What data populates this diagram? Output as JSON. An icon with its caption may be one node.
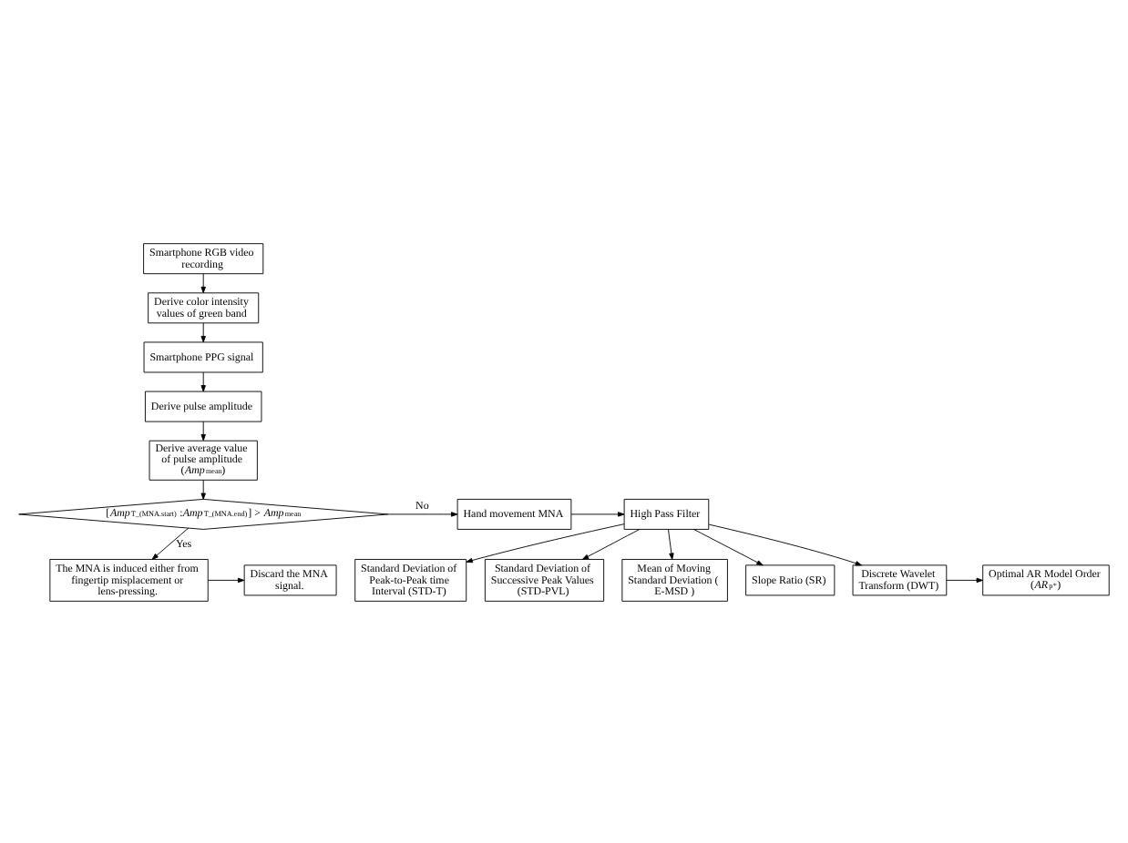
{
  "diagram": {
    "nodes": [
      {
        "text": [
          "Smartphone RGB video recording"
        ]
      },
      {
        "text": [
          "Derive color intensity values of green band"
        ]
      },
      {
        "text": [
          "Smartphone PPG signal"
        ]
      },
      {
        "text": [
          "Derive pulse amplitude"
        ]
      },
      {
        "text": [
          "Derive average value of pulse amplitude (*Amp*$_{mean}$)"
        ]
      },
      {
        "text": [
          "[*Amp*$_{T_(MNA.start)}$ :*Amp*$_{T_(MNA.end)}$] > *Amp*$_{mean}$"
        ]
      },
      {
        "text": [
          "The MNA is induced either from fingertip misplacement or lens-pressing."
        ]
      },
      {
        "text": [
          "Discard the MNA signal."
        ]
      },
      {
        "text": [
          "Hand movement MNA"
        ]
      },
      {
        "text": [
          "High Pass Filter"
        ]
      },
      {
        "text": [
          "Standard Deviation of Peak-to-Peak time Interval (STD-T)"
        ]
      },
      {
        "text": [
          "Standard Deviation of Successive Peak Values (STD-PVL)"
        ]
      },
      {
        "text": [
          "Mean of Moving Standard Deviation ( E-MSD )"
        ]
      },
      {
        "text": [
          "Slope Ratio (SR)"
        ]
      },
      {
        "text": [
          "Discrete Wavelet Transform (DWT)"
        ]
      },
      {
        "text": [
          "Optimal AR Model Order (*AR*$_{p}$$^{*}$)"
        ]
      }
    ],
    "edges": [
      {
        "from": 0,
        "to": 1,
        "arrow": "to"
      },
      {
        "from": 1,
        "to": 2,
        "arrow": "to"
      },
      {
        "from": 2,
        "to": 3,
        "arrow": "to"
      },
      {
        "from": 3,
        "to": 4,
        "arrow": "to"
      },
      {
        "from": 4,
        "to": 5,
        "arrow": "to"
      },
      {
        "from": 5,
        "to": 8,
        "arrow": "to",
        "label": "No"
      },
      {
        "from": 5,
        "to": 6,
        "arrow": "to",
        "label": "Yes"
      },
      {
        "from": 6,
        "to": 7,
        "arrow": "to"
      },
      {
        "from": 8,
        "to": 9,
        "arrow": "to"
      },
      {
        "from": 9,
        "to": 10,
        "arrow": "to"
      },
      {
        "from": 9,
        "to": 11,
        "arrow": "to"
      },
      {
        "from": 9,
        "to": 12,
        "arrow": "to"
      },
      {
        "from": 9,
        "to": 13,
        "arrow": "to"
      },
      {
        "from": 9,
        "to": 14,
        "arrow": "to"
      },
      {
        "from": 14,
        "to": 15,
        "arrow": "to"
      }
    ]
  }
}
